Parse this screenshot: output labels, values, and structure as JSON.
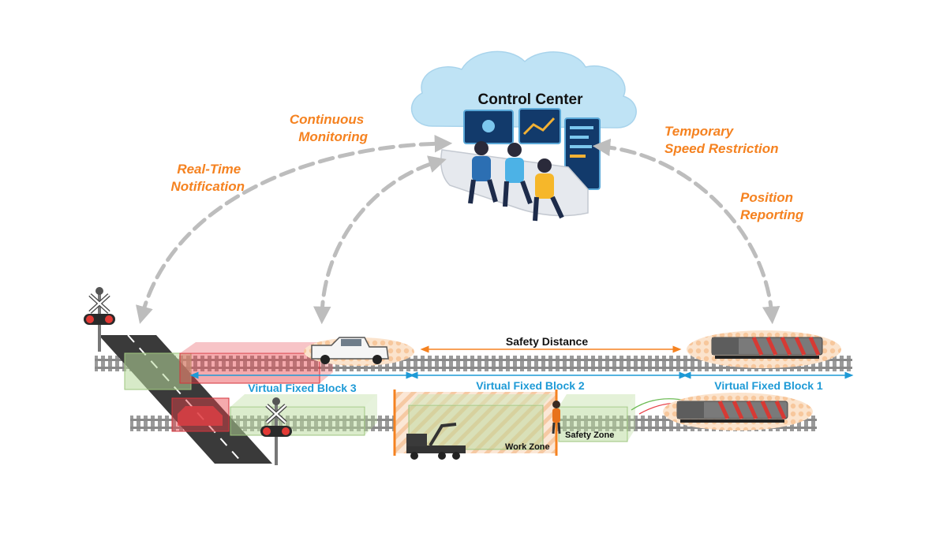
{
  "control_center": {
    "title": "Control Center"
  },
  "flows": {
    "real_time": [
      "Real-Time",
      "Notification"
    ],
    "continuous": [
      "Continuous",
      "Monitoring"
    ],
    "temporary": [
      "Temporary",
      "Speed Restriction"
    ],
    "position": [
      "Position",
      "Reporting"
    ]
  },
  "track": {
    "safety_distance": "Safety Distance",
    "block3": "Virtual Fixed Block 3",
    "block2": "Virtual Fixed Block 2",
    "block1": "Virtual Fixed Block 1",
    "work_zone": "Work Zone",
    "safety_zone": "Safety Zone"
  },
  "colors": {
    "orange_text": "#f58220",
    "block_blue": "#1e9ad6",
    "arrow_gray": "#bdbdbd",
    "cloud": "#bfe3f5",
    "red_zone": "#e8424a",
    "green_zone": "#b7d99a"
  }
}
